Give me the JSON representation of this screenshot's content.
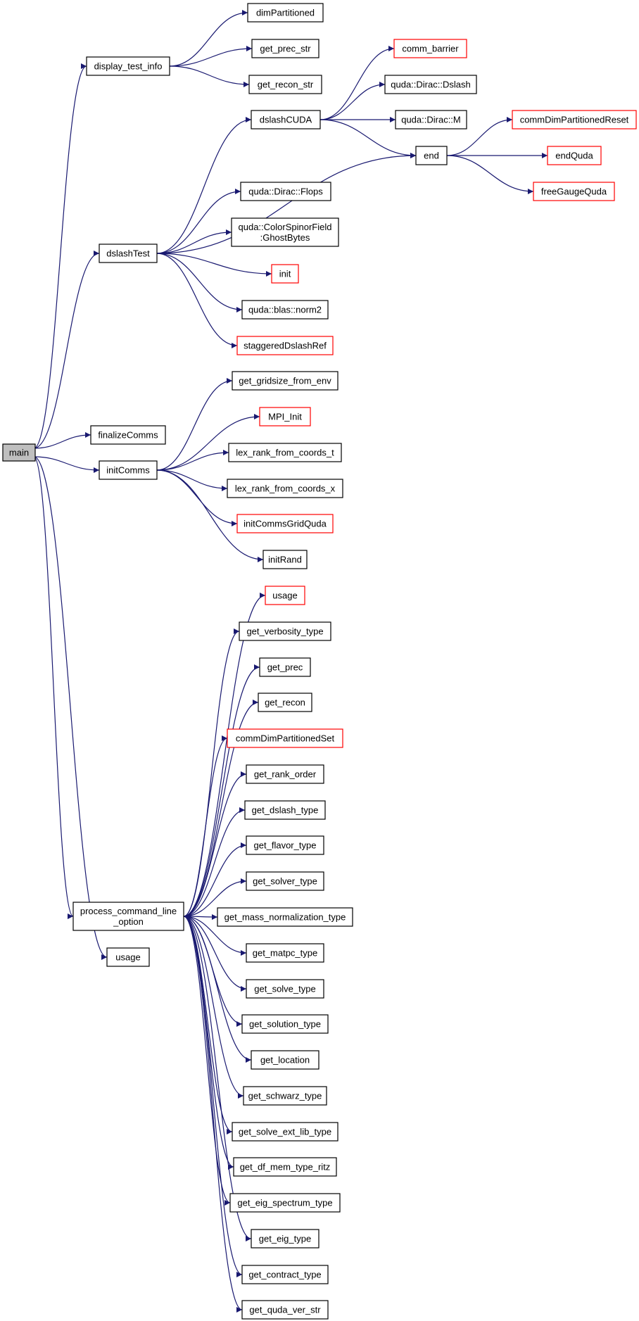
{
  "diagram": {
    "title": "",
    "colors": {
      "edge": "#191970",
      "node_border": "#000000",
      "node_border_truncated": "#ff0000",
      "root_fill": "#bfbfbf",
      "node_fill": "#ffffff"
    },
    "nodes": [
      {
        "id": "main",
        "lines": [
          "main"
        ],
        "root": true
      },
      {
        "id": "display_test_info",
        "lines": [
          "display_test_info"
        ]
      },
      {
        "id": "dimPartitioned",
        "lines": [
          "dimPartitioned"
        ]
      },
      {
        "id": "get_prec_str",
        "lines": [
          "get_prec_str"
        ]
      },
      {
        "id": "get_recon_str",
        "lines": [
          "get_recon_str"
        ]
      },
      {
        "id": "dslashTest",
        "lines": [
          "dslashTest"
        ]
      },
      {
        "id": "dslashCUDA",
        "lines": [
          "dslashCUDA"
        ]
      },
      {
        "id": "comm_barrier",
        "lines": [
          "comm_barrier"
        ],
        "truncated": true
      },
      {
        "id": "Dslash",
        "lines": [
          "quda::Dirac::Dslash"
        ]
      },
      {
        "id": "DiracM",
        "lines": [
          "quda::Dirac::M"
        ]
      },
      {
        "id": "end",
        "lines": [
          "end"
        ]
      },
      {
        "id": "commDimPartitionedReset",
        "lines": [
          "commDimPartitionedReset"
        ],
        "truncated": true
      },
      {
        "id": "endQuda",
        "lines": [
          "endQuda"
        ],
        "truncated": true
      },
      {
        "id": "freeGaugeQuda",
        "lines": [
          "freeGaugeQuda"
        ],
        "truncated": true
      },
      {
        "id": "Flops",
        "lines": [
          "quda::Dirac::Flops"
        ]
      },
      {
        "id": "GhostBytes",
        "lines": [
          "quda::ColorSpinorField",
          ":GhostBytes"
        ]
      },
      {
        "id": "init",
        "lines": [
          "init"
        ],
        "truncated": true
      },
      {
        "id": "norm2",
        "lines": [
          "quda::blas::norm2"
        ]
      },
      {
        "id": "staggeredDslashRef",
        "lines": [
          "staggeredDslashRef"
        ],
        "truncated": true
      },
      {
        "id": "finalizeComms",
        "lines": [
          "finalizeComms"
        ]
      },
      {
        "id": "initComms",
        "lines": [
          "initComms"
        ]
      },
      {
        "id": "get_gridsize_from_env",
        "lines": [
          "get_gridsize_from_env"
        ]
      },
      {
        "id": "MPI_Init",
        "lines": [
          "MPI_Init"
        ],
        "truncated": true
      },
      {
        "id": "lex_rank_t",
        "lines": [
          "lex_rank_from_coords_t"
        ]
      },
      {
        "id": "lex_rank_x",
        "lines": [
          "lex_rank_from_coords_x"
        ]
      },
      {
        "id": "initCommsGridQuda",
        "lines": [
          "initCommsGridQuda"
        ],
        "truncated": true
      },
      {
        "id": "initRand",
        "lines": [
          "initRand"
        ]
      },
      {
        "id": "pclo",
        "lines": [
          "process_command_line",
          "_option"
        ]
      },
      {
        "id": "usage_top",
        "lines": [
          "usage"
        ],
        "truncated": true
      },
      {
        "id": "get_verbosity_type",
        "lines": [
          "get_verbosity_type"
        ]
      },
      {
        "id": "get_prec",
        "lines": [
          "get_prec"
        ]
      },
      {
        "id": "get_recon",
        "lines": [
          "get_recon"
        ]
      },
      {
        "id": "commDimPartitionedSet",
        "lines": [
          "commDimPartitionedSet"
        ],
        "truncated": true
      },
      {
        "id": "get_rank_order",
        "lines": [
          "get_rank_order"
        ]
      },
      {
        "id": "get_dslash_type",
        "lines": [
          "get_dslash_type"
        ]
      },
      {
        "id": "get_flavor_type",
        "lines": [
          "get_flavor_type"
        ]
      },
      {
        "id": "get_solver_type",
        "lines": [
          "get_solver_type"
        ]
      },
      {
        "id": "get_mass_normalization_type",
        "lines": [
          "get_mass_normalization_type"
        ]
      },
      {
        "id": "get_matpc_type",
        "lines": [
          "get_matpc_type"
        ]
      },
      {
        "id": "get_solve_type",
        "lines": [
          "get_solve_type"
        ]
      },
      {
        "id": "get_solution_type",
        "lines": [
          "get_solution_type"
        ]
      },
      {
        "id": "get_location",
        "lines": [
          "get_location"
        ]
      },
      {
        "id": "get_schwarz_type",
        "lines": [
          "get_schwarz_type"
        ]
      },
      {
        "id": "get_solve_ext_lib_type",
        "lines": [
          "get_solve_ext_lib_type"
        ]
      },
      {
        "id": "get_df_mem_type_ritz",
        "lines": [
          "get_df_mem_type_ritz"
        ]
      },
      {
        "id": "get_eig_spectrum_type",
        "lines": [
          "get_eig_spectrum_type"
        ]
      },
      {
        "id": "get_eig_type",
        "lines": [
          "get_eig_type"
        ]
      },
      {
        "id": "get_contract_type",
        "lines": [
          "get_contract_type"
        ]
      },
      {
        "id": "get_quda_ver_str",
        "lines": [
          "get_quda_ver_str"
        ]
      },
      {
        "id": "usage_main",
        "lines": [
          "usage"
        ]
      }
    ],
    "edges": [
      [
        "main",
        "display_test_info"
      ],
      [
        "main",
        "dslashTest"
      ],
      [
        "main",
        "finalizeComms"
      ],
      [
        "main",
        "initComms"
      ],
      [
        "main",
        "pclo"
      ],
      [
        "main",
        "usage_main"
      ],
      [
        "display_test_info",
        "dimPartitioned"
      ],
      [
        "display_test_info",
        "get_prec_str"
      ],
      [
        "display_test_info",
        "get_recon_str"
      ],
      [
        "dslashTest",
        "dslashCUDA"
      ],
      [
        "dslashTest",
        "end"
      ],
      [
        "dslashTest",
        "Flops"
      ],
      [
        "dslashTest",
        "GhostBytes"
      ],
      [
        "dslashTest",
        "init"
      ],
      [
        "dslashTest",
        "norm2"
      ],
      [
        "dslashTest",
        "staggeredDslashRef"
      ],
      [
        "dslashCUDA",
        "comm_barrier"
      ],
      [
        "dslashCUDA",
        "Dslash"
      ],
      [
        "dslashCUDA",
        "DiracM"
      ],
      [
        "dslashCUDA",
        "end"
      ],
      [
        "end",
        "commDimPartitionedReset"
      ],
      [
        "end",
        "endQuda"
      ],
      [
        "end",
        "freeGaugeQuda"
      ],
      [
        "initComms",
        "get_gridsize_from_env"
      ],
      [
        "initComms",
        "MPI_Init"
      ],
      [
        "initComms",
        "lex_rank_t"
      ],
      [
        "initComms",
        "lex_rank_x"
      ],
      [
        "initComms",
        "initCommsGridQuda"
      ],
      [
        "initComms",
        "initRand"
      ],
      [
        "pclo",
        "usage_top"
      ],
      [
        "pclo",
        "get_verbosity_type"
      ],
      [
        "pclo",
        "get_prec"
      ],
      [
        "pclo",
        "get_recon"
      ],
      [
        "pclo",
        "commDimPartitionedSet"
      ],
      [
        "pclo",
        "get_rank_order"
      ],
      [
        "pclo",
        "get_dslash_type"
      ],
      [
        "pclo",
        "get_flavor_type"
      ],
      [
        "pclo",
        "get_solver_type"
      ],
      [
        "pclo",
        "get_mass_normalization_type"
      ],
      [
        "pclo",
        "get_matpc_type"
      ],
      [
        "pclo",
        "get_solve_type"
      ],
      [
        "pclo",
        "get_solution_type"
      ],
      [
        "pclo",
        "get_location"
      ],
      [
        "pclo",
        "get_schwarz_type"
      ],
      [
        "pclo",
        "get_solve_ext_lib_type"
      ],
      [
        "pclo",
        "get_df_mem_type_ritz"
      ],
      [
        "pclo",
        "get_eig_spectrum_type"
      ],
      [
        "pclo",
        "get_eig_type"
      ],
      [
        "pclo",
        "get_contract_type"
      ],
      [
        "pclo",
        "get_quda_ver_str"
      ]
    ]
  }
}
